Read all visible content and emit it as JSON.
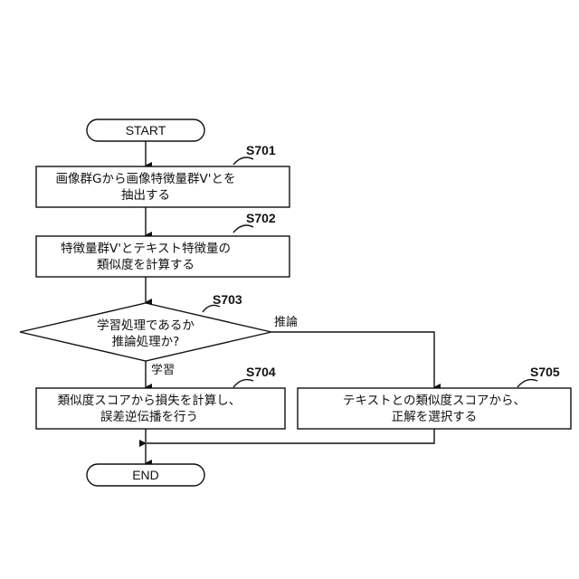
{
  "start": {
    "label": "START"
  },
  "end": {
    "label": "END"
  },
  "steps": {
    "s701": {
      "id": "S701",
      "line1": "画像群Gから画像特徴量群V'とを",
      "line2": "抽出する"
    },
    "s702": {
      "id": "S702",
      "line1": "特徴量群V'とテキスト特徴量の",
      "line2": "類似度を計算する"
    },
    "s703": {
      "id": "S703",
      "line1": "学習処理であるか",
      "line2": "推論処理か?"
    },
    "s704": {
      "id": "S704",
      "line1": "類似度スコアから損失を計算し、",
      "line2": "誤差逆伝播を行う"
    },
    "s705": {
      "id": "S705",
      "line1": "テキストとの類似度スコアから、",
      "line2": "正解を選択する"
    }
  },
  "branches": {
    "learn": "学習",
    "infer": "推論"
  }
}
